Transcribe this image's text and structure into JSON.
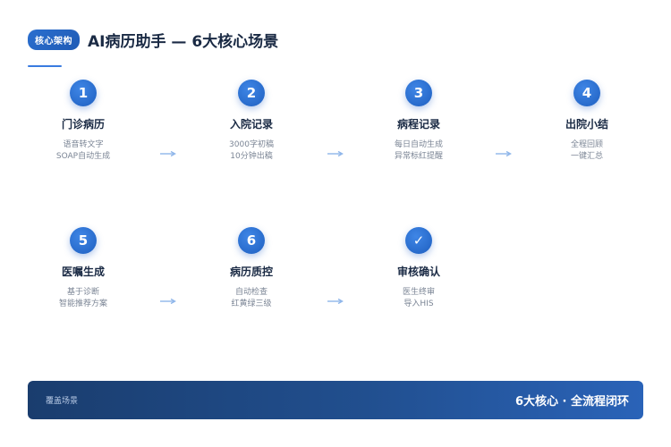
{
  "header": {
    "badge": "核心架构",
    "title": "AI病历助手 — 6大核心场景"
  },
  "steps": [
    {
      "num": "1",
      "title": "门诊病历",
      "lines": [
        "语音转文字",
        "SOAP自动生成"
      ]
    },
    {
      "num": "2",
      "title": "入院记录",
      "lines": [
        "3000字初稿",
        "10分钟出稿"
      ]
    },
    {
      "num": "3",
      "title": "病程记录",
      "lines": [
        "每日自动生成",
        "异常标红提醒"
      ]
    },
    {
      "num": "4",
      "title": "出院小结",
      "lines": [
        "全程回顾",
        "一键汇总"
      ]
    },
    {
      "num": "5",
      "title": "医嘱生成",
      "lines": [
        "基于诊断",
        "智能推荐方案"
      ]
    },
    {
      "num": "6",
      "title": "病历质控",
      "lines": [
        "自动检查",
        "红黄绿三级"
      ]
    },
    {
      "num": "✓",
      "title": "审核确认",
      "lines": [
        "医生终审",
        "导入HIS"
      ]
    }
  ],
  "footer": {
    "left": "覆盖场景",
    "right": "6大核心 · 全流程闭环"
  }
}
